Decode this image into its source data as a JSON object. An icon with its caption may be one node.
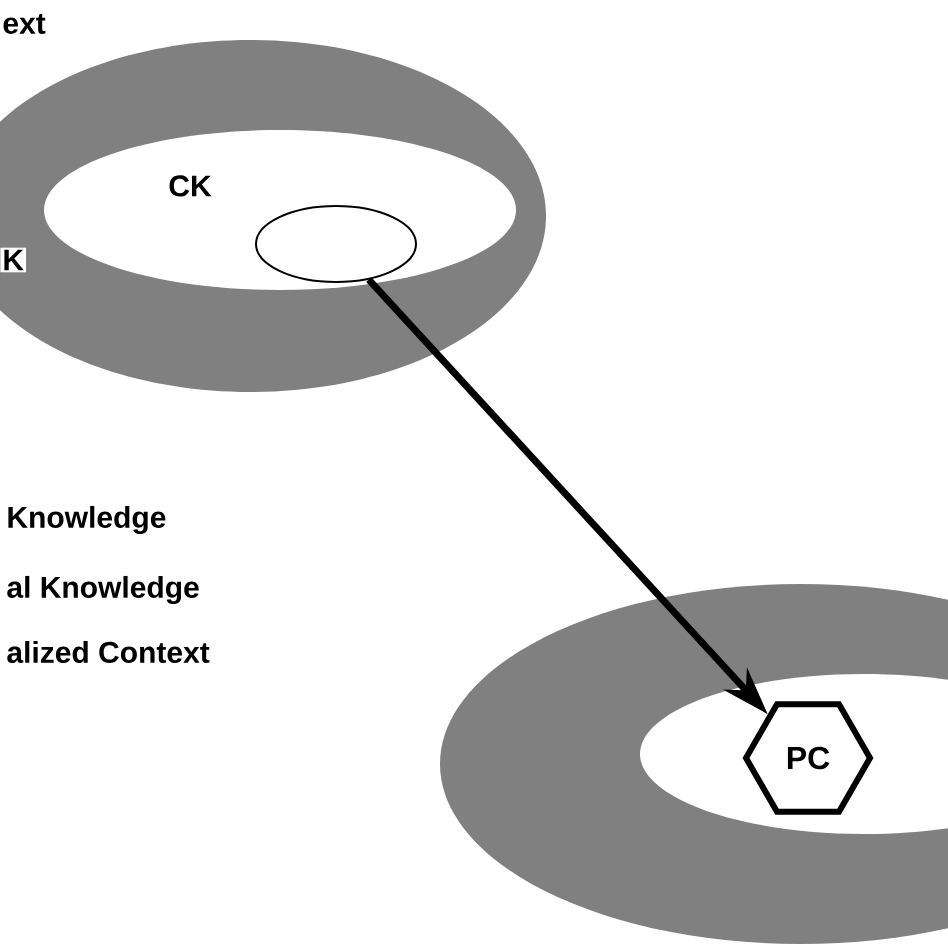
{
  "diagram": {
    "nodes": [
      {
        "text": [
          "CK"
        ]
      },
      {
        "text": [],
        "shape": "ellipse",
        "in": 0
      },
      {
        "text": [],
        "shape": "ellipse"
      },
      {
        "text": [
          "PC"
        ],
        "in": 2
      }
    ],
    "edges": [
      {
        "from": 1,
        "to": 3,
        "arrow": "to"
      }
    ],
    "labels": [
      "ext",
      "K",
      "Knowledge",
      "al Knowledge",
      "alized Context"
    ]
  }
}
